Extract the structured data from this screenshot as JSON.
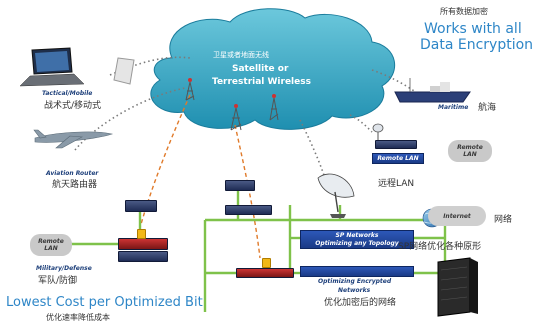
{
  "colors": {
    "cloud": "#4ab6cf",
    "cloud_dark": "#1f8fb0",
    "title_blue": "#2e86c7",
    "link_gray": "#7a7a7a",
    "link_orange": "#e07a2a",
    "link_green": "#7fc24a",
    "lan_gray": "#c9c9c9",
    "device_blue": "#2147a0"
  },
  "cloud": {
    "label_cn": "卫星或者地面无线",
    "label_en_line1": "Satellite or",
    "label_en_line2": "Terrestrial Wireless"
  },
  "header": {
    "cn": "所有数据加密",
    "en_line1": "Works with all",
    "en_line2": "Data Encryption"
  },
  "footer": {
    "en": "Lowest Cost per Optimized Bit",
    "cn": "优化速率降低成本"
  },
  "nodes": {
    "tactical": {
      "label_en": "Tactical/Mobile",
      "label_cn": "战术式/移动式",
      "icon": "laptop-icon"
    },
    "aviation": {
      "label_en": "Aviation Router",
      "label_cn": "航天路由器",
      "icon": "airplane-icon"
    },
    "maritime": {
      "label_en": "Maritime",
      "label_cn": "航海",
      "icon": "ship-icon"
    },
    "remote_lan_right": {
      "pill_line1": "Remote",
      "pill_line2": "LAN",
      "bar_label": "Remote LAN",
      "label_cn": "远程LAN"
    },
    "remote_lan_left": {
      "pill_line1": "Remote",
      "pill_line2": "LAN",
      "label_en": "Military/Defense",
      "label_cn": "军队/防御"
    },
    "internet": {
      "label_en": "Internet",
      "label_cn": "网络"
    },
    "sp_networks": {
      "line1": "SP Networks",
      "line2": "Optimizing any Topology",
      "label_cn": "SP网络优化各种原形"
    },
    "encrypted": {
      "line1": "Optimizing Encrypted",
      "line2": "Networks",
      "label_cn": "优化加密后的网络"
    }
  }
}
